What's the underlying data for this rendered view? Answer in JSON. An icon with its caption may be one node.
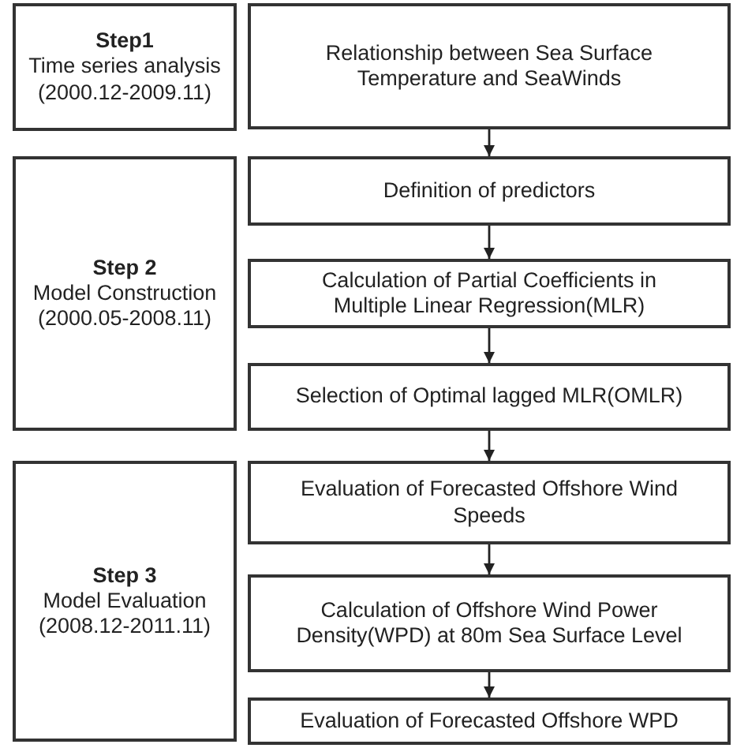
{
  "diagram": {
    "nodes": [
      {
        "text": [
          "Step1",
          "Time series analysis",
          "(2000.12-2009.11)"
        ]
      },
      {
        "text": [
          "Relationship between Sea Surface Temperature and SeaWinds"
        ]
      },
      {
        "text": [
          "Step 2",
          "Model Construction",
          "(2000.05-2008.11)"
        ]
      },
      {
        "text": [
          "Definition of predictors"
        ]
      },
      {
        "text": [
          "Calculation of Partial Coefficients in Multiple Linear Regression(MLR)"
        ]
      },
      {
        "text": [
          "Selection of Optimal lagged MLR(OMLR)"
        ]
      },
      {
        "text": [
          "Step 3",
          "Model Evaluation",
          "(2008.12-2011.11)"
        ]
      },
      {
        "text": [
          "Evaluation of Forecasted Offshore Wind Speeds"
        ]
      },
      {
        "text": [
          "Calculation of Offshore Wind Power Density(WPD) at 80m Sea Surface Level"
        ]
      },
      {
        "text": [
          "Evaluation of Forecasted Offshore WPD"
        ]
      }
    ],
    "edges": [
      {
        "from": 1,
        "to": 3,
        "arrow": "to"
      },
      {
        "from": 3,
        "to": 4,
        "arrow": "to"
      },
      {
        "from": 4,
        "to": 5,
        "arrow": "to"
      },
      {
        "from": 5,
        "to": 7,
        "arrow": "to"
      },
      {
        "from": 7,
        "to": 8,
        "arrow": "to"
      },
      {
        "from": 8,
        "to": 9,
        "arrow": "to"
      }
    ]
  }
}
